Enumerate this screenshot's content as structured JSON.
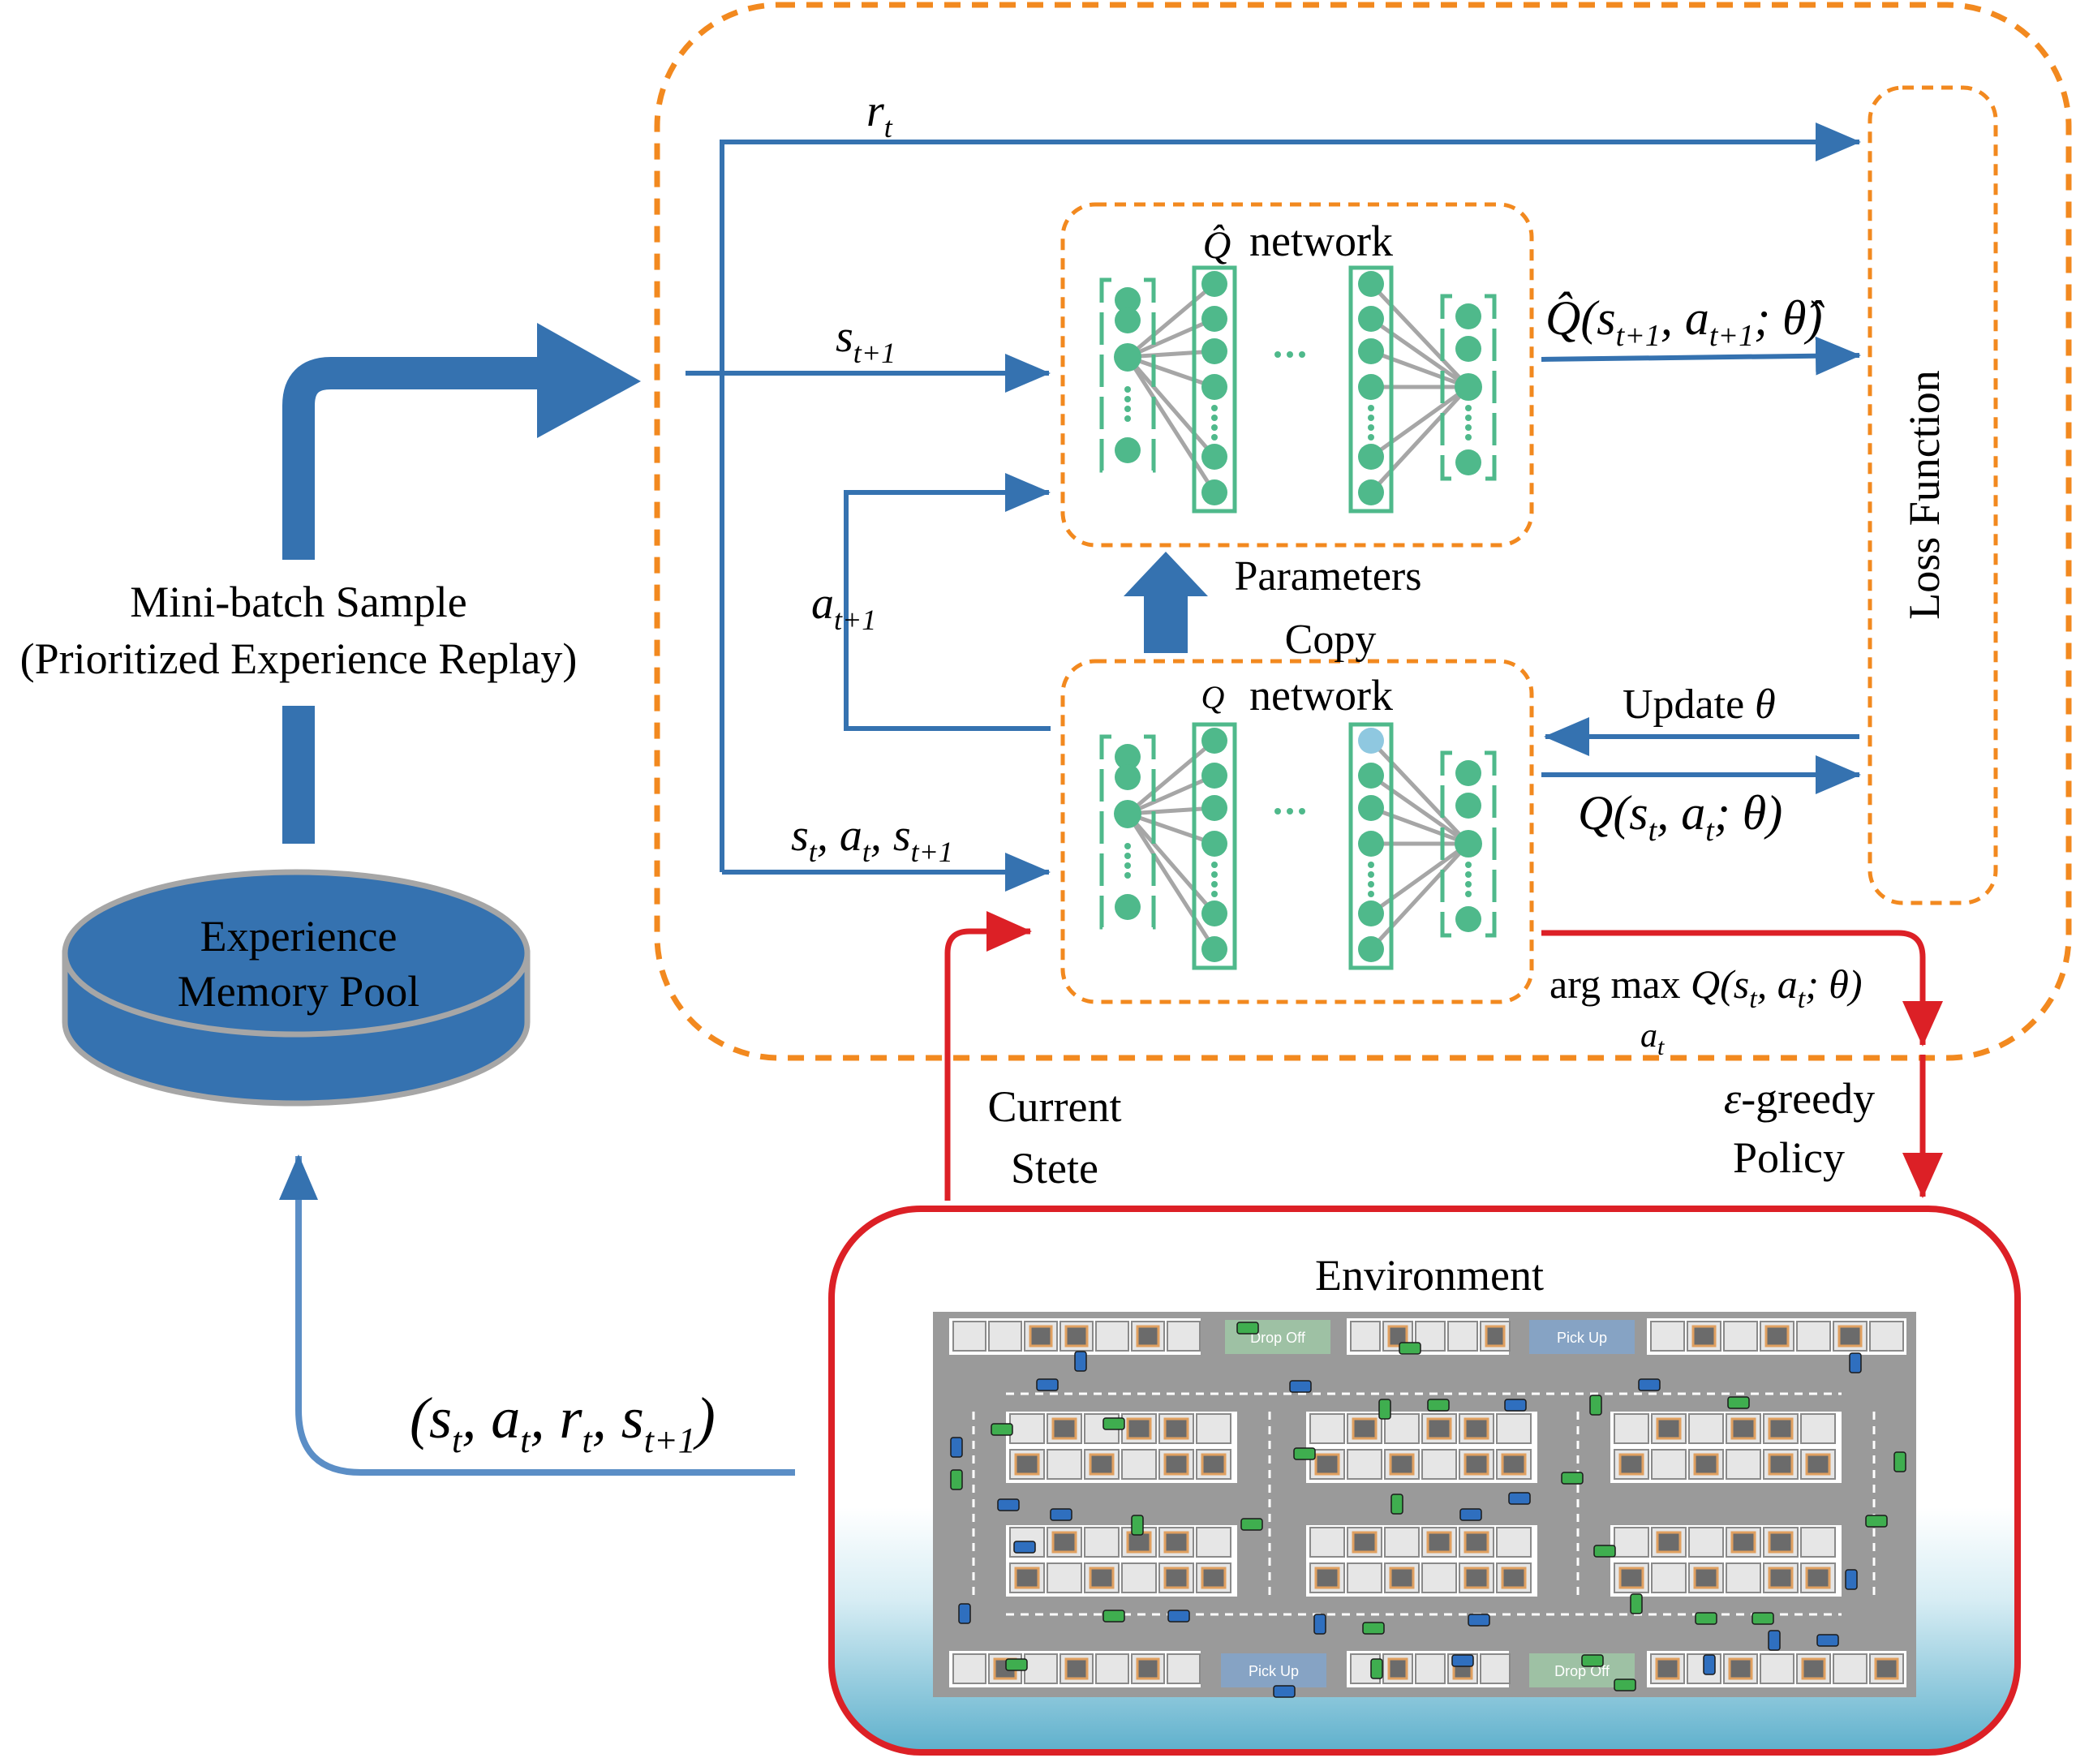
{
  "colors": {
    "flow_blue": "#3572b0",
    "orange_dash": "#f2891f",
    "red": "#dc2026",
    "neuron_green": "#4fb98b",
    "gray_line": "#a6a6a6",
    "env_fill_bottom": "#5eb0cc",
    "pool_fill": "#3572b0"
  },
  "labels": {
    "mini_batch_line1": "Mini-batch Sample",
    "mini_batch_line2": "(Prioritized Experience Replay)",
    "pool_line1": "Experience",
    "pool_line2": "Memory Pool",
    "tuple_bottom": "(s_t, a_t, r_t, s_{t+1})",
    "current_state_line1": "Current",
    "current_state_line2": "Stete",
    "epsilon_greedy_line1": "ε-greedy",
    "epsilon_greedy_line2": "Policy",
    "environment": "Environment",
    "loss_function": "Loss Function",
    "params_copy_line1": "Parameters",
    "params_copy_line2": "Copy",
    "target_net_q": "Q̂",
    "target_net_word": "network",
    "online_net_q": "Q",
    "online_net_word": "network",
    "update": "Update θ",
    "r_t": "r_t",
    "s_t1": "s_{t+1}",
    "a_t1": "a_{t+1}",
    "s_a_s": "s_t, a_t, s_{t+1}",
    "q_hat_out": "Q̂(s_{t+1}, a_{t+1}; θ̂)",
    "q_out": "Q(s_t, a_t; θ)",
    "argmax_line1": "arg max Q(s_t, a_t; θ)",
    "argmax_sub": "a_t"
  },
  "parking_signs": [
    "Drop Off",
    "Pick Up",
    "Pick Up",
    "Drop Off"
  ],
  "icons": [
    "database-cylinder-icon",
    "neural-network-icon",
    "parking-lot-map-icon",
    "arrow-icon"
  ]
}
